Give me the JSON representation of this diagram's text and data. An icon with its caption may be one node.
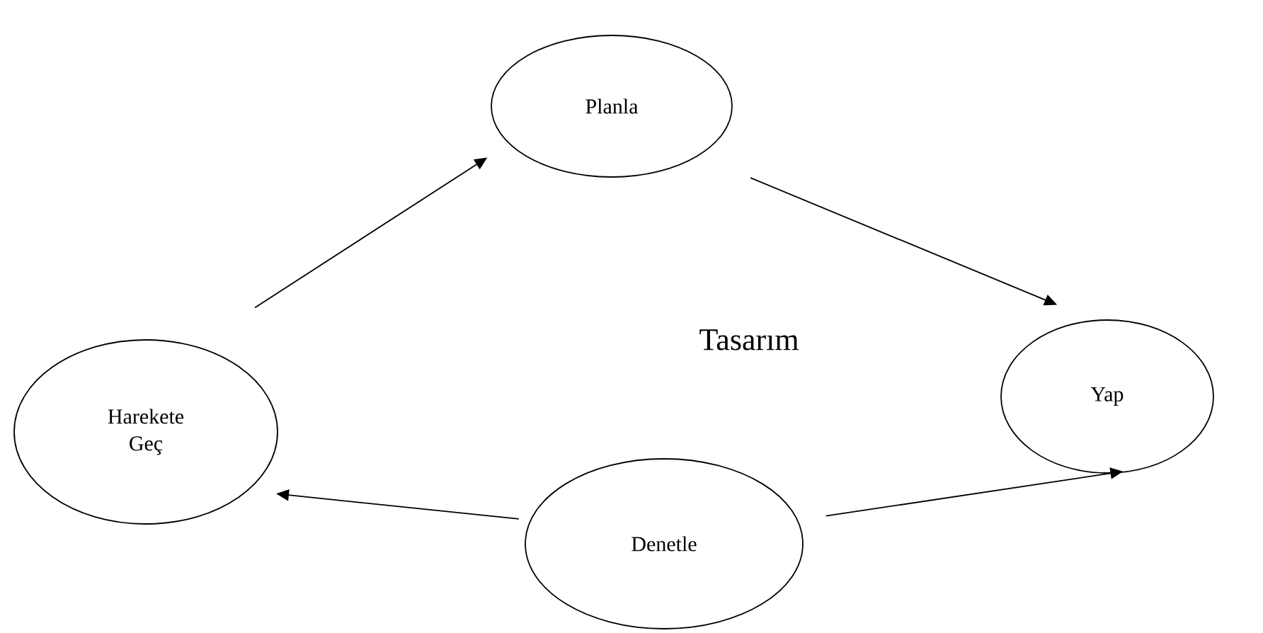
{
  "diagram": {
    "nodes": [
      {
        "text": [
          "Planla"
        ]
      },
      {
        "text": [
          "Yap"
        ]
      },
      {
        "text": [
          "Denetle"
        ]
      },
      {
        "text": [
          "Harekete Geç"
        ]
      }
    ],
    "edges": [
      {
        "from": 3,
        "to": 0,
        "arrow": "to"
      },
      {
        "from": 0,
        "to": 1,
        "arrow": "to"
      },
      {
        "from": 2,
        "to": 1,
        "arrow": "to"
      },
      {
        "from": 2,
        "to": 3,
        "arrow": "to"
      }
    ],
    "labels": [
      "Tasarım"
    ]
  }
}
